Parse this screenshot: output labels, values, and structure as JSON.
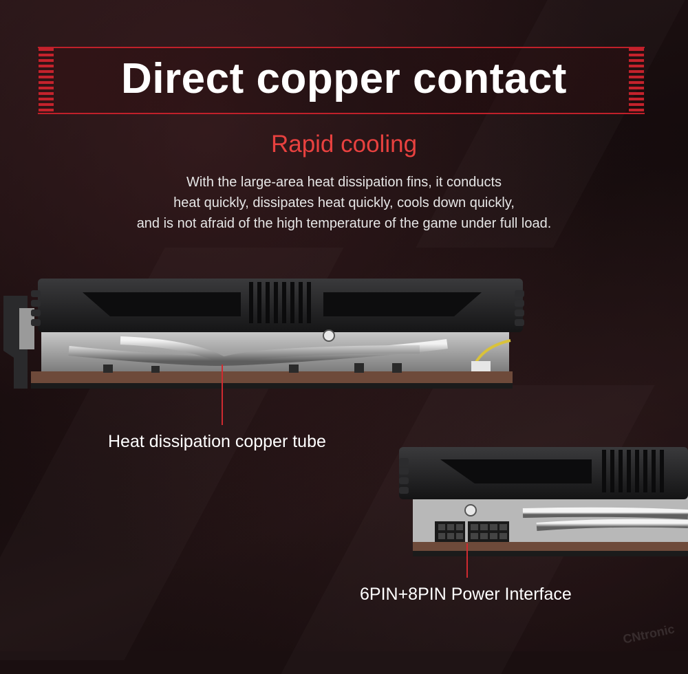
{
  "title": "Direct copper contact",
  "subtitle": "Rapid cooling",
  "description": [
    "With the large-area heat dissipation fins, it conducts",
    "heat quickly, dissipates heat quickly, cools down quickly,",
    "and is not afraid of the high temperature of the game under full load."
  ],
  "callouts": {
    "copper_tube": "Heat dissipation copper tube",
    "power": "6PIN+8PIN Power Interface"
  },
  "watermark": "CNtronic",
  "colors": {
    "accent_red": "#d02a30",
    "subtitle_red": "#e8413f",
    "background": "#1a0f10"
  }
}
